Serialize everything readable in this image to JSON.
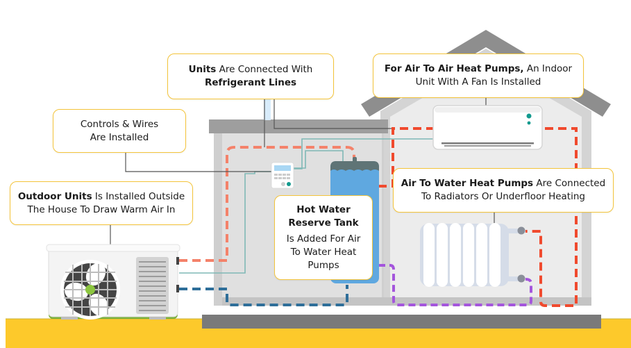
{
  "title": "How A Heat Pump Is Installed",
  "colors": {
    "callout_border": "#f4c43a",
    "ground": "#fdc92b",
    "foundation": "#7a7a7a",
    "wall_outer": "#cfcfcf",
    "wall_inner": "#e2e2e2",
    "roof": "#8e8e8e",
    "refrigerant_line": "#f4826a",
    "hot_line_red": "#f04a2e",
    "cold_line_blue": "#2e6e99",
    "radiator_line_purple": "#a455dc",
    "control_wire_teal": "#7fb8b6",
    "tank_blue": "#5fa8e0",
    "fan_hub_green": "#8cc63f",
    "indicator_teal": "#139a8e"
  },
  "components": [
    {
      "name": "outdoor-unit",
      "icon": "fan-icon"
    },
    {
      "name": "indoor-unit",
      "icon": "air-conditioner-icon"
    },
    {
      "name": "thermostat",
      "icon": "thermostat-icon"
    },
    {
      "name": "hot-water-tank",
      "icon": "water-tank-icon"
    },
    {
      "name": "radiator",
      "icon": "radiator-icon"
    },
    {
      "name": "house",
      "icon": "house-icon"
    }
  ],
  "callouts": {
    "refrigerant": {
      "line1_bold": "Units",
      "line1_rest": " Are Connected With",
      "line2_bold": "Refrigerant Lines"
    },
    "indoor": {
      "line1_bold": "For Air To Air Heat Pumps,",
      "line1_rest": " An Indoor",
      "line2": "Unit With A Fan Is Installed"
    },
    "controls": {
      "line1": "Controls & Wires",
      "line2": "Are Installed"
    },
    "outdoor": {
      "line1_bold": "Outdoor Units",
      "line1_rest": " Is Installed Outside",
      "line2": "The House To Draw Warm Air In"
    },
    "tank": {
      "title1": "Hot Water",
      "title2": "Reserve Tank",
      "body1": "Is Added For Air",
      "body2": "To Water Heat",
      "body3": "Pumps"
    },
    "radiators": {
      "line1_bold": "Air To Water Heat Pumps",
      "line1_rest": " Are Connected",
      "line2": "To Radiators Or Underfloor Heating"
    }
  }
}
